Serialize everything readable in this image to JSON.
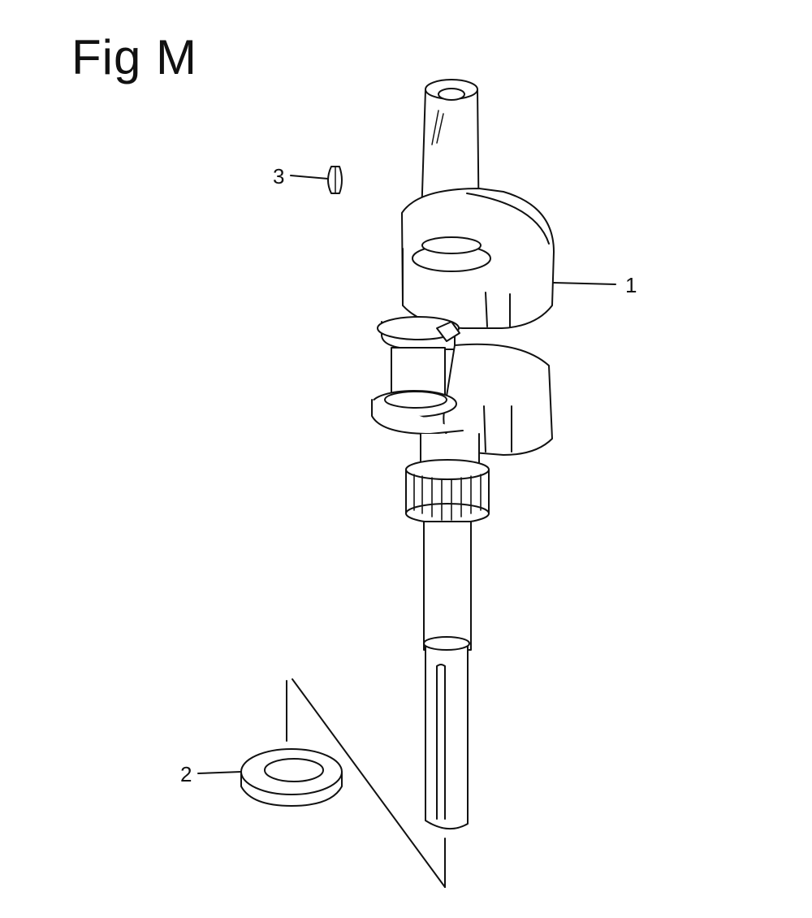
{
  "figure": {
    "title": "Fig M",
    "callouts": [
      {
        "id": "1",
        "label": "1",
        "part_icon": "crankshaft-icon"
      },
      {
        "id": "2",
        "label": "2",
        "part_icon": "washer-icon"
      },
      {
        "id": "3",
        "label": "3",
        "part_icon": "woodruff-key-icon"
      }
    ],
    "colors": {
      "line": "#111111",
      "background": "#ffffff"
    }
  }
}
